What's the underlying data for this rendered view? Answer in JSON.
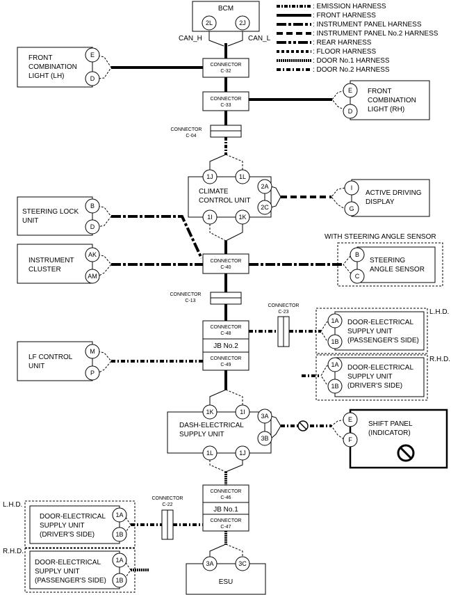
{
  "legend": [
    {
      "label": ": EMISSION HARNESS",
      "style": "emi"
    },
    {
      "label": ": FRONT HARNESS",
      "style": "fro"
    },
    {
      "label": ": INSTRUMENT PANEL HARNESS",
      "style": "ip"
    },
    {
      "label": ": INSTRUMENT PANEL No.2 HARNESS",
      "style": "ip2"
    },
    {
      "label": ": REAR HARNESS",
      "style": "rear"
    },
    {
      "label": ": FLOOR HARNESS",
      "style": "floor"
    },
    {
      "label": ": DOOR No.1 HARNESS",
      "style": "d1"
    },
    {
      "label": ": DOOR No.2 HARNESS",
      "style": "d2"
    }
  ],
  "bcm": {
    "title": "BCM",
    "pin_left": "2L",
    "pin_right": "2J",
    "can_h": "CAN_H",
    "can_l": "CAN_L"
  },
  "connectors": {
    "c32": {
      "l1": "CONNECTOR",
      "l2": "C-32"
    },
    "c33": {
      "l1": "CONNECTOR",
      "l2": "C-33"
    },
    "c04": {
      "l1": "CONNECTOR",
      "l2": "C-04"
    },
    "c40": {
      "l1": "CONNECTOR",
      "l2": "C-40"
    },
    "c13": {
      "l1": "CONNECTOR",
      "l2": "C-13"
    },
    "c23": {
      "l1": "CONNECTOR",
      "l2": "C-23"
    },
    "c48": {
      "l1": "CONNECTOR",
      "l2": "C-48"
    },
    "c49": {
      "l1": "CONNECTOR",
      "l2": "C-49"
    },
    "c46": {
      "l1": "CONNECTOR",
      "l2": "C-46"
    },
    "c47": {
      "l1": "CONNECTOR",
      "l2": "C-47"
    },
    "c22": {
      "l1": "CONNECTOR",
      "l2": "C-22"
    }
  },
  "jb2": "JB No.2",
  "jb1": "JB No.1",
  "fcl_lh": {
    "l1": "FRONT",
    "l2": "COMBINATION",
    "l3": "LIGHT (LH)",
    "p1": "E",
    "p2": "D"
  },
  "fcl_rh": {
    "l1": "FRONT",
    "l2": "COMBINATION",
    "l3": "LIGHT (RH)",
    "p1": "E",
    "p2": "D"
  },
  "climate": {
    "l1": "CLIMATE",
    "l2": "CONTROL UNIT",
    "p_1j": "1J",
    "p_1l": "1L",
    "p_2a": "2A",
    "p_2c": "2C",
    "p_1i": "1I",
    "p_1k": "1K"
  },
  "add": {
    "l1": "ACTIVE DRIVING",
    "l2": "DISPLAY",
    "p1": "I",
    "p2": "G"
  },
  "steer_lock": {
    "l1": "STEERING LOCK",
    "l2": "UNIT",
    "p1": "B",
    "p2": "D"
  },
  "cluster": {
    "l1": "INSTRUMENT",
    "l2": "CLUSTER",
    "p1": "AK",
    "p2": "AM"
  },
  "sas": {
    "note": "WITH STEERING ANGLE SENSOR",
    "l1": "STEERING",
    "l2": "ANGLE SENSOR",
    "p1": "B",
    "p2": "C"
  },
  "lhd_label": "L.H.D.",
  "rhd_label": "R.H.D.",
  "desu_pass_top": {
    "l1": "DOOR-ELECTRICAL",
    "l2": "SUPPLY UNIT",
    "l3": "(PASSENGER'S SIDE)",
    "p1": "1A",
    "p2": "1B"
  },
  "desu_drv_top": {
    "l1": "DOOR-ELECTRICAL",
    "l2": "SUPPLY UNIT",
    "l3": "(DRIVER'S SIDE)",
    "p1": "1A",
    "p2": "1B"
  },
  "lf": {
    "l1": "LF CONTROL",
    "l2": "UNIT",
    "p1": "M",
    "p2": "P"
  },
  "dash": {
    "l1": "DASH-ELECTRICAL",
    "l2": "SUPPLY UNIT",
    "p_1k": "1K",
    "p_1i": "1I",
    "p_3a": "3A",
    "p_3b": "3B",
    "p_1l": "1L",
    "p_1j": "1J"
  },
  "shift": {
    "l1": "SHIFT PANEL",
    "l2": "(INDICATOR)",
    "p1": "E",
    "p2": "F"
  },
  "desu_drv_bot": {
    "l1": "DOOR-ELECTRICAL",
    "l2": "SUPPLY UNIT",
    "l3": "(DRIVER'S SIDE)",
    "p1": "1A",
    "p2": "1B"
  },
  "desu_pass_bot": {
    "l1": "DOOR-ELECTRICAL",
    "l2": "SUPPLY UNIT",
    "l3": "(PASSENGER'S SIDE)",
    "p1": "1A",
    "p2": "1B"
  },
  "esu": {
    "title": "ESU",
    "p1": "3A",
    "p2": "3C"
  }
}
